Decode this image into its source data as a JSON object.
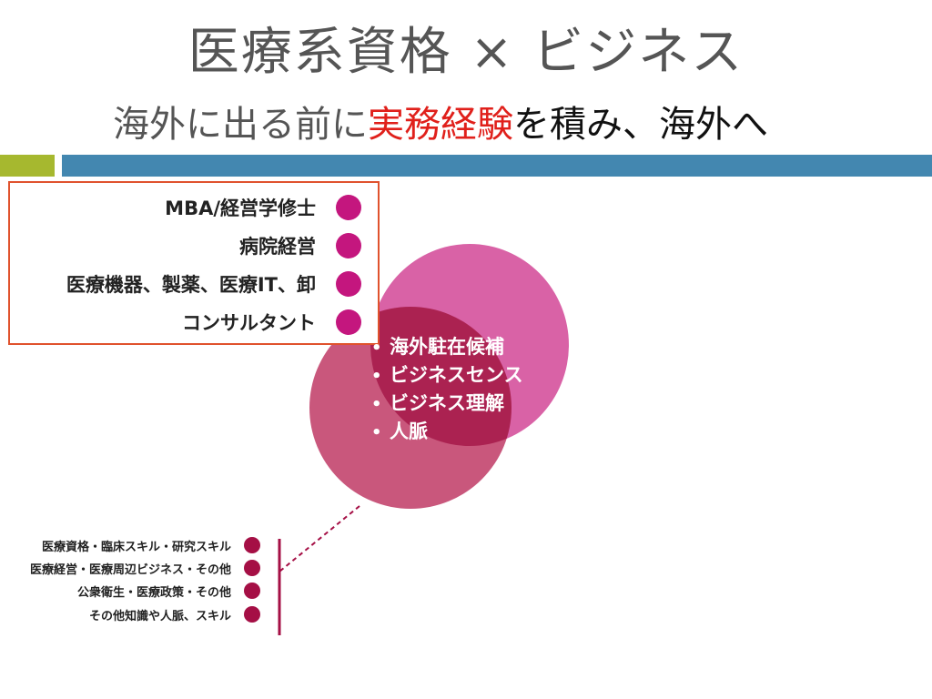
{
  "slide": {
    "title": "医療系資格 × ビジネス",
    "subtitle": {
      "before": "海外に出る前に",
      "highlight": "実務経験",
      "after": "を積み、海外へ"
    }
  },
  "colors": {
    "accent_red": "#e0201b",
    "bar_green": "#a6b82f",
    "bar_blue": "#4387b0",
    "circle_pink": "#d962a6",
    "circle_rose": "#c9577c",
    "dot_magenta": "#c4167e",
    "dot_crimson": "#a50f45",
    "box_border": "#e0522d"
  },
  "business_skills": [
    {
      "label": "MBA/経営学修士"
    },
    {
      "label": "病院経営"
    },
    {
      "label": "医療機器、製薬、医療IT、卸"
    },
    {
      "label": "コンサルタント"
    }
  ],
  "overlap_bullets": [
    {
      "bullet": "•",
      "label": "海外駐在候補"
    },
    {
      "bullet": "•",
      "label": "ビジネスセンス"
    },
    {
      "bullet": "•",
      "label": "ビジネス理解"
    },
    {
      "bullet": "•",
      "label": "人脈"
    }
  ],
  "medical_background": [
    {
      "label": "医療資格・臨床スキル・研究スキル"
    },
    {
      "label": "医療経営・医療周辺ビジネス・その他"
    },
    {
      "label": "公衆衛生・医療政策・その他"
    },
    {
      "label": "その他知識や人脈、スキル"
    }
  ]
}
